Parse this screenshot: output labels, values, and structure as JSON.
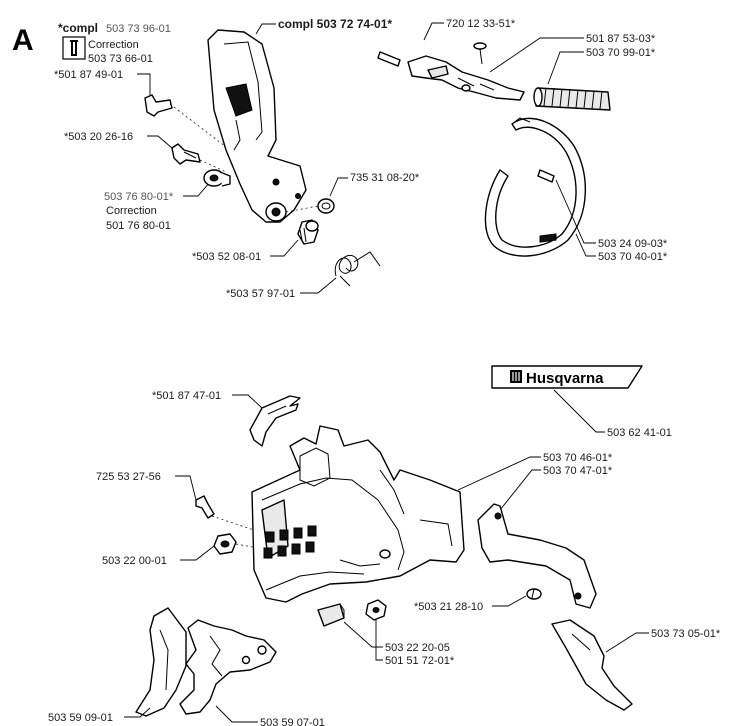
{
  "section_letter": "A",
  "labels": {
    "compl_1": "*compl",
    "compl_1_num": "503 73 96-01",
    "correction_1": "Correction",
    "correction_1_num": "503 73 66-01",
    "p501874901": "*501 87 49-01",
    "p503202616": "*503 20 26-16",
    "p503768001": "503 76 80-01*",
    "correction_2": "Correction",
    "correction_2_num": "501 76 80-01",
    "compl_2": "compl 503 72 74-01*",
    "p720123351": "720 12 33-51*",
    "p501875303": "501 87 53-03*",
    "p503709901": "503 70 99-01*",
    "p735310820": "735 31 08-20*",
    "p503520801": "*503 52 08-01",
    "p503579701": "*503 57 97-01",
    "p503240903": "503 24 09-03*",
    "p503704001": "503 70 40-01*",
    "p501874701": "*501 87 47-01",
    "brand": "Husqvarna",
    "p503624101": "503 62 41-01",
    "p725532756": "725 53 27-56",
    "p503704601": "503 70 46-01*",
    "p503704701": "503 70 47-01*",
    "p503220001": "503 22 00-01",
    "p503212810": "*503 21 28-10",
    "p503730501": "503 73 05-01*",
    "p503222005": "503 22 20-05",
    "p501517201": "501 51 72-01*",
    "p503590901": "503 59 09-01",
    "p503590701": "503 59 07-01"
  },
  "icons": {
    "wrench": "wrench-icon",
    "logo": "husqvarna-crown-logo"
  }
}
